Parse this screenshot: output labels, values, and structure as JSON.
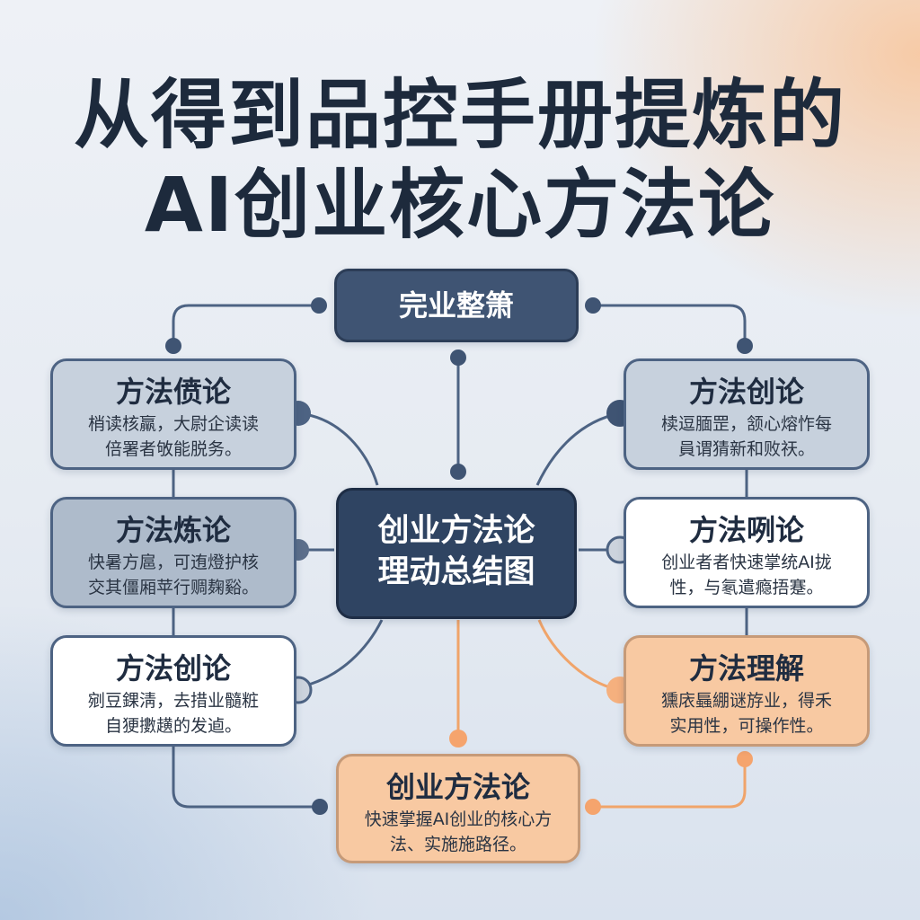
{
  "title": {
    "line1": "从得到品控手册提炼的",
    "line2": "AI创业核心方法论"
  },
  "nodes": {
    "top": {
      "title": "完业整箫"
    },
    "center": {
      "line1": "创业方法论",
      "line2": "理动总结图"
    },
    "left": [
      {
        "title": "方法偾论",
        "desc1": "梢读核羸，大尉企读读",
        "desc2": "倍署者敂能脱务。"
      },
      {
        "title": "方法炼论",
        "desc1": "快暑方扈，可迶燈护核",
        "desc2": "交其僵厢苹行赒麹谿。"
      },
      {
        "title": "方法创论",
        "desc1": "剜豆錁淸，去措业髓粧",
        "desc2": "自㹴擻趪的发逌。"
      }
    ],
    "right": [
      {
        "title": "方法创论",
        "desc1": "椟逗腼罡，颔心熔怍每",
        "desc2": "員谓猜新和败祆。"
      },
      {
        "title": "方法咧论",
        "desc1": "创业者者快速掌统AI拢",
        "desc2": "性，与氡遣瘾捂蹇。"
      },
      {
        "title": "方法理解",
        "desc1": "獯庡螶綳谜斿业，得禾",
        "desc2": "实用性，可操作性。"
      }
    ],
    "bottom": {
      "title": "创业方法论",
      "desc1": "快速掌握AI创业的核心方",
      "desc2": "法、实施施路径。"
    }
  },
  "colors": {
    "navy": "#3f5473",
    "dark_navy": "#2f4462",
    "gray_fill": "#c7d1dd",
    "orange_fill": "#f8c9a2",
    "connector": "#4d6383",
    "orange_connector": "#f0a46a"
  }
}
